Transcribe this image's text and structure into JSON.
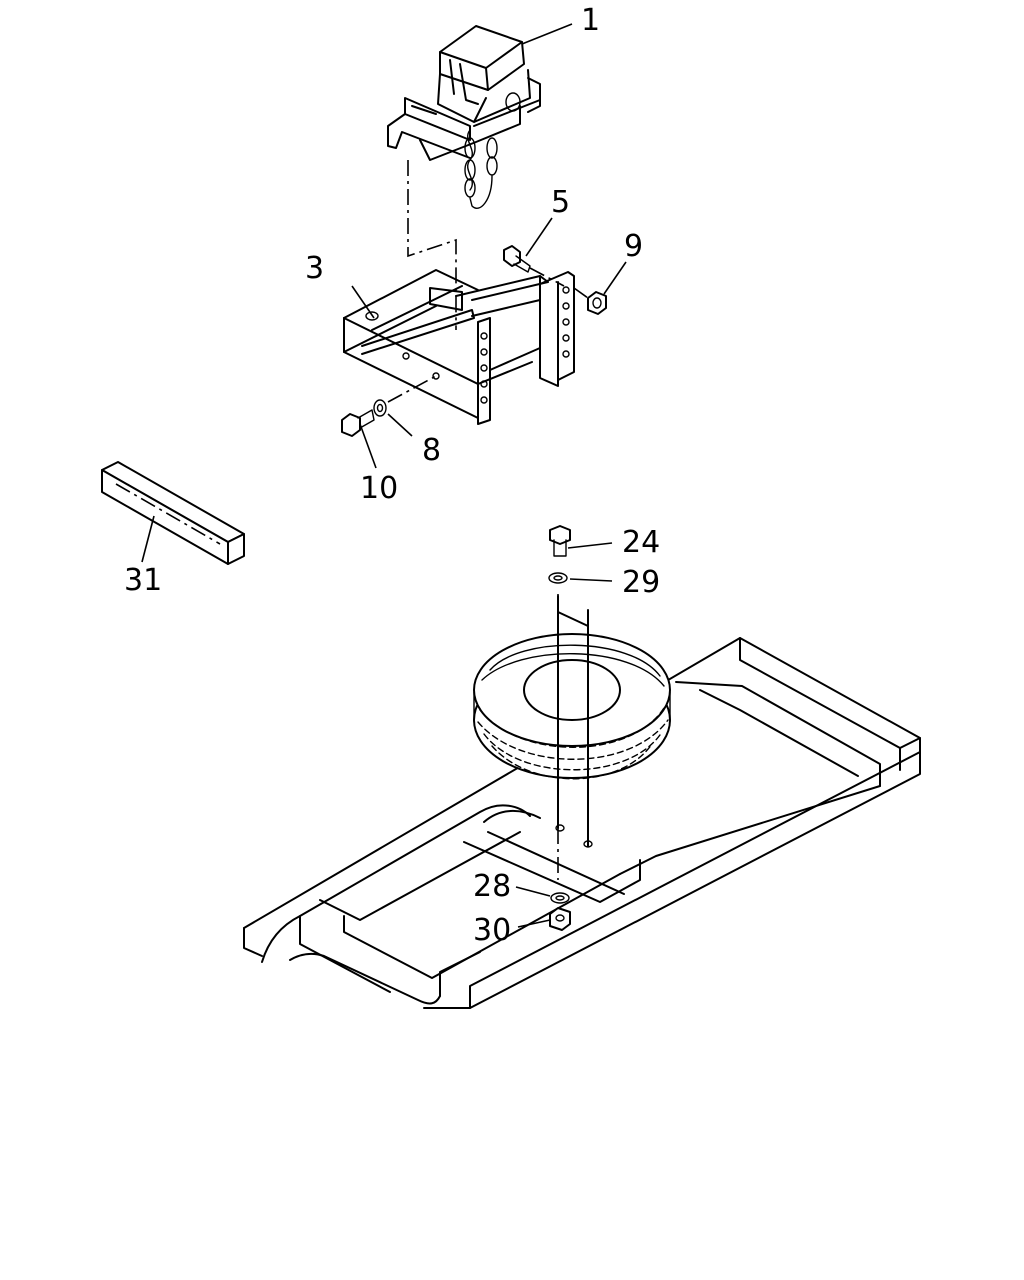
{
  "callouts": {
    "c1": "1",
    "c3": "3",
    "c5": "5",
    "c8": "8",
    "c9": "9",
    "c10": "10",
    "c24": "24",
    "c28": "28",
    "c29": "29",
    "c30": "30",
    "c31": "31"
  }
}
